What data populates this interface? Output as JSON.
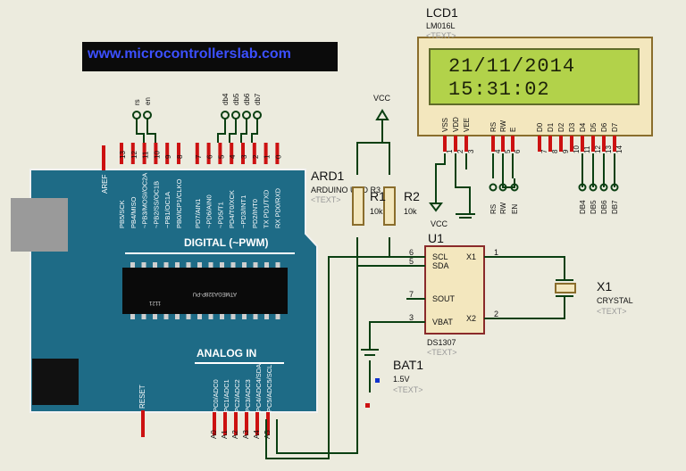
{
  "banner": {
    "url": "www.microcontrollerslab.com"
  },
  "lcd": {
    "name": "LCD1",
    "model": "LM016L",
    "text_tag": "<TEXT>",
    "line1": "21/11/2014",
    "line2": "15:31:02",
    "pins": [
      "VSS",
      "VDD",
      "VEE",
      "RS",
      "RW",
      "E",
      "D0",
      "D1",
      "D2",
      "D3",
      "D4",
      "D5",
      "D6",
      "D7"
    ],
    "pin_numbers": [
      "1",
      "2",
      "3",
      "4",
      "5",
      "6",
      "7",
      "8",
      "9",
      "10",
      "11",
      "12",
      "13",
      "14"
    ],
    "bottom_labels": [
      "RS",
      "RW",
      "EN",
      "DB4",
      "DB5",
      "DB6",
      "DB7"
    ]
  },
  "vcc": {
    "label": "VCC",
    "label2": "VCC"
  },
  "arduino": {
    "name": "ARD1",
    "model": "ARDUINO UNO R3",
    "text_tag": "<TEXT>",
    "digital_label": "DIGITAL (~PWM)",
    "analog_label": "ANALOG IN",
    "chip_label": "ATMEGA328P-PU",
    "chip_sub": "1121",
    "aref": "AREF",
    "top_probes": [
      "rs",
      "en",
      "db4",
      "db5",
      "db6",
      "db7"
    ],
    "digital_numbers": [
      "13",
      "12",
      "11",
      "10",
      "9",
      "8",
      "7",
      "6",
      "5",
      "4",
      "3",
      "2",
      "1",
      "0"
    ],
    "digital_pins": [
      "PB5/SCK",
      "PB4/MISO",
      "~PB3/MOSI/OC2A",
      "~PB2/SS/OC1B",
      "~PB1/OC1A",
      "PB0/ICP1/CLKO",
      "PD7/AIN1",
      "~PD6/AIN0",
      "~PD5/T1",
      "PD4/T0/XCK",
      "~PD3/INT1",
      "PD2/INT0",
      "TX PD1/TXD",
      "RX PD0/RXD"
    ],
    "analog_pins": [
      "PC0/ADC0",
      "PC1/ADC1",
      "PC2/ADC2",
      "PC3/ADC3",
      "PC4/ADC4/SDA",
      "PC5/ADC5/SCL"
    ],
    "analog_labels": [
      "A0",
      "A1",
      "A2",
      "A3",
      "A4",
      "A5"
    ],
    "reset": "RESET"
  },
  "r1": {
    "name": "R1",
    "value": "10k"
  },
  "r2": {
    "name": "R2",
    "value": "10k"
  },
  "rtc": {
    "name": "U1",
    "model": "DS1307",
    "text_tag": "<TEXT>",
    "pins_left": [
      "SCL",
      "SDA",
      "SOUT",
      "VBAT"
    ],
    "pins_right": [
      "X1",
      "X2"
    ],
    "pin_nums_left": [
      "6",
      "5",
      "7",
      "3"
    ],
    "pin_nums_right": [
      "1",
      "2"
    ]
  },
  "crystal": {
    "name": "X1",
    "model": "CRYSTAL",
    "text_tag": "<TEXT>"
  },
  "battery": {
    "name": "BAT1",
    "value": "1.5V",
    "text_tag": "<TEXT>"
  },
  "colors": {
    "board": "#1e6b86",
    "wire": "#0a3f12",
    "pin_red": "#cc1111",
    "lcd_body": "#f3e7be",
    "lcd_glass": "#b2d24a",
    "banner_text": "#3c50ff"
  }
}
